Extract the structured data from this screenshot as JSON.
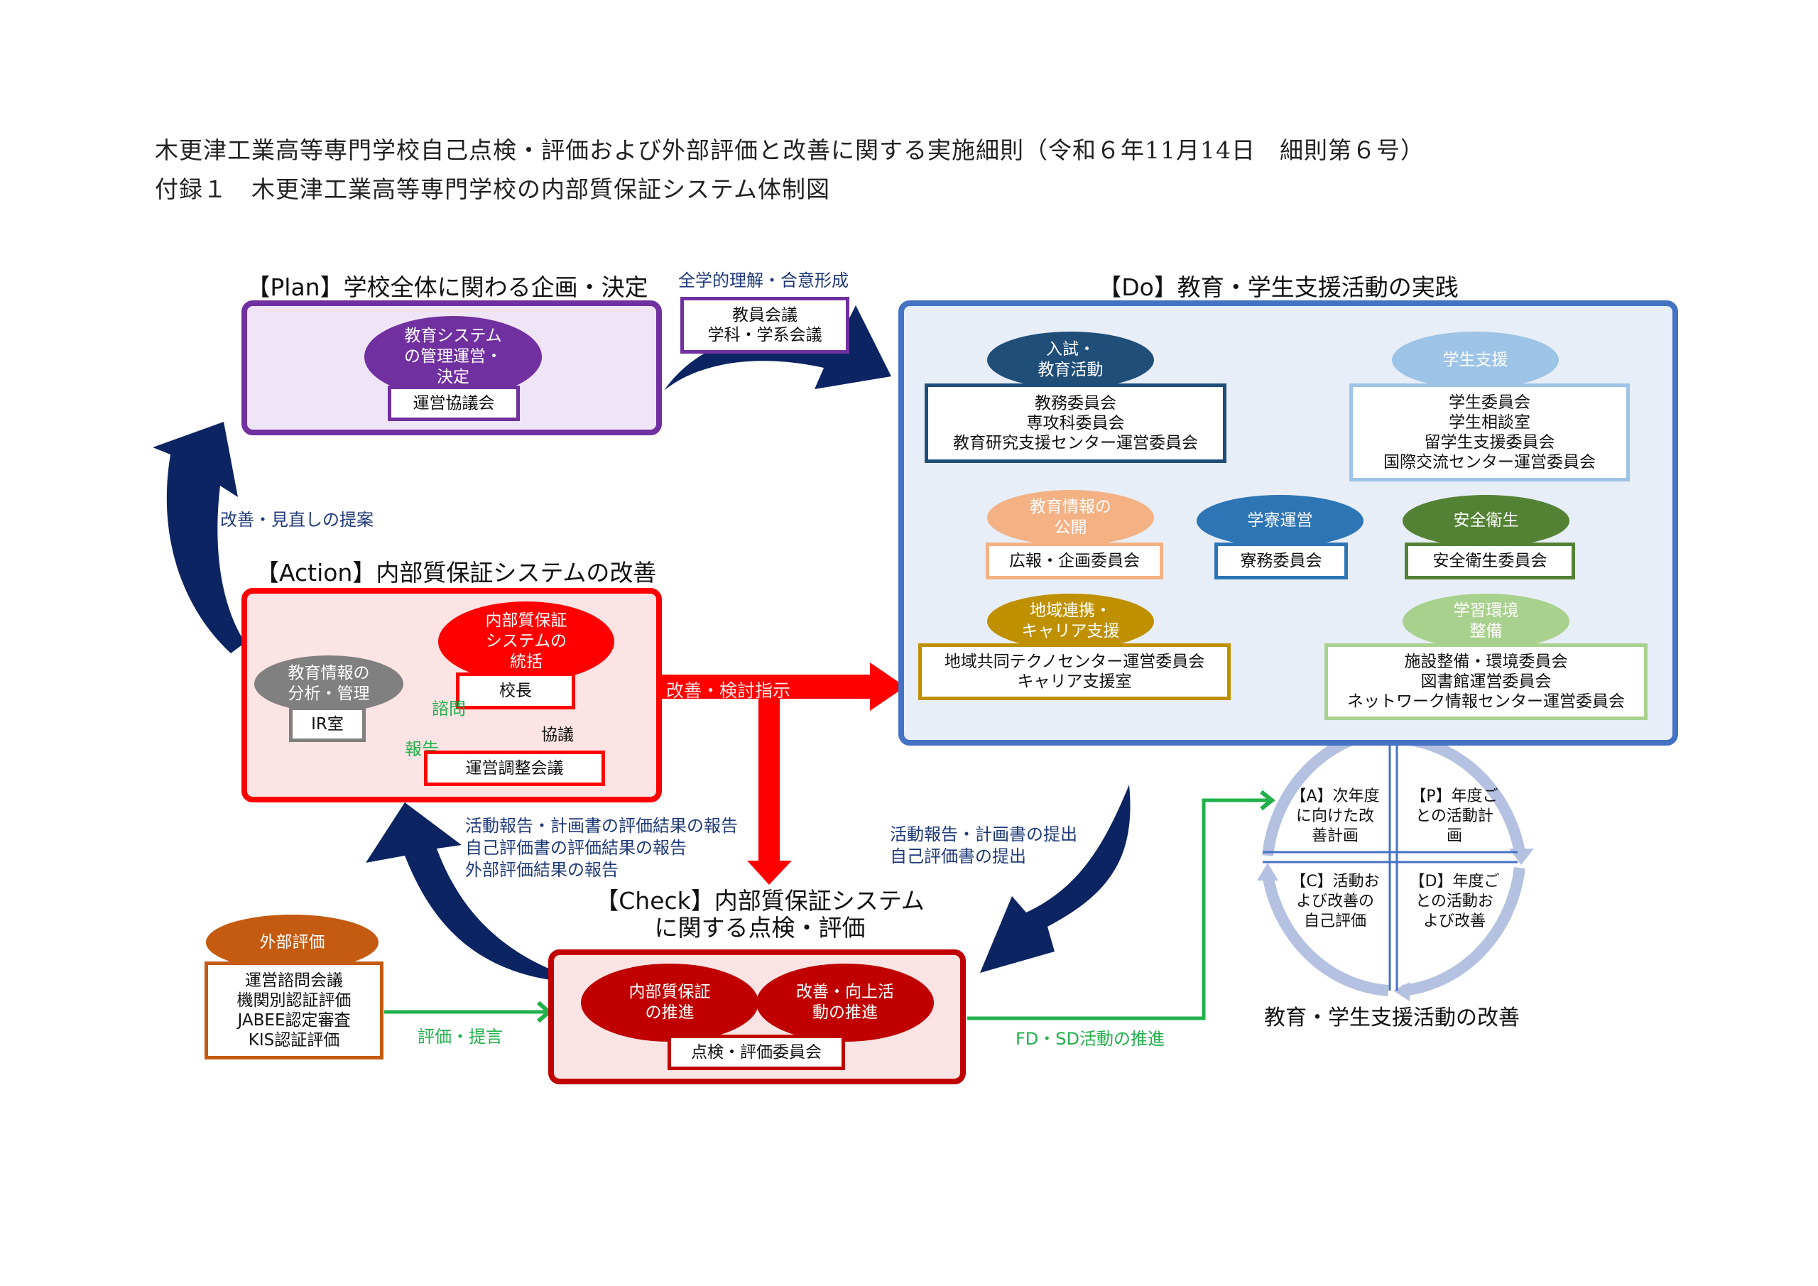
{
  "document": {
    "title_line": "木更津工業高等専門学校自己点検・評価および外部評価と改善に関する実施細則（令和６年11月14日　細則第６号）",
    "subtitle_line": "付録１　木更津工業高等専門学校の内部質保証システム体制図"
  },
  "plan": {
    "title": "【Plan】学校全体に関わる企画・決定",
    "oval": "教育システム\nの管理運営・\n決定",
    "box": "運営協議会",
    "color": "#7030a0",
    "fill": "#f0e4f7"
  },
  "plan_to_do": {
    "label": "全学的理解・合意形成",
    "box": "教員会議\n学科・学系会議"
  },
  "do": {
    "title": "【Do】教育・学生支援活動の実践",
    "color": "#4472c4",
    "fill": "#e8eef8",
    "groups": [
      {
        "oval": "入試・\n教育活動",
        "box": "教務委員会\n専攻科委員会\n教育研究支援センター運営委員会",
        "color": "#1f4e79"
      },
      {
        "oval": "学生支援",
        "box": "学生委員会\n学生相談室\n留学生支援委員会\n国際交流センター運営委員会",
        "color": "#9dc3e6"
      },
      {
        "oval": "教育情報の\n公開",
        "box": "広報・企画委員会",
        "color": "#f4b183"
      },
      {
        "oval": "学寮運営",
        "box": "寮務委員会",
        "color": "#2e75b6"
      },
      {
        "oval": "安全衛生",
        "box": "安全衛生委員会",
        "color": "#548235"
      },
      {
        "oval": "地域連携・\nキャリア支援",
        "box": "地域共同テクノセンター運営委員会\nキャリア支援室",
        "color": "#bf9000"
      },
      {
        "oval": "学習環境\n整備",
        "box": "施設整備・環境委員会\n図書館運営委員会\nネットワーク情報センター運営委員会",
        "color": "#a9d18e"
      }
    ]
  },
  "action": {
    "title": "【Action】内部質保証システムの改善",
    "to_plan_label": "改善・見直しの提案",
    "oval_main": "内部質保証\nシステムの\n統括",
    "principal": "校長",
    "oval_ir": "教育情報の\n分析・管理",
    "ir_box": "IR室",
    "consult_label": "諮問",
    "report_label": "報告",
    "deliberation_label": "協議",
    "council_box": "運営調整会議",
    "instruction_label": "改善・検討指示",
    "color": "#ff0000",
    "fill": "#fde4e4"
  },
  "check": {
    "title": "【Check】内部質保証システム\nに関する点検・評価",
    "oval_left": "内部質保証\nの推進",
    "oval_right": "改善・向上活\n動の推進",
    "box": "点検・評価委員会",
    "to_action_label": "活動報告・計画書の評価結果の報告\n自己評価書の評価結果の報告\n外部評価結果の報告",
    "from_do_label": "活動報告・計画書の提出\n自己評価書の提出",
    "fdsd_label": "FD・SD活動の推進",
    "color": "#c00000",
    "fill": "#fde4e4"
  },
  "external": {
    "oval": "外部評価",
    "box": "運営諮問会議\n機関別認証評価\nJABEE認定審査\nKIS認証評価",
    "arrow_label": "評価・提言",
    "color": "#c55a11"
  },
  "pdca": {
    "a": "【A】次年度\nに向けた改\n善計画",
    "p": "【P】年度ご\nとの活動計\n画",
    "c": "【C】活動お\nよび改善の\n自己評価",
    "d": "【D】年度ご\nとの活動お\nよび改善",
    "caption": "教育・学生支援活動の改善",
    "ring_color": "#b4c1e0"
  },
  "colors": {
    "navy_arrow": "#0c2461",
    "green_arrow": "#22b04c",
    "red_arrow": "#ff0000"
  }
}
